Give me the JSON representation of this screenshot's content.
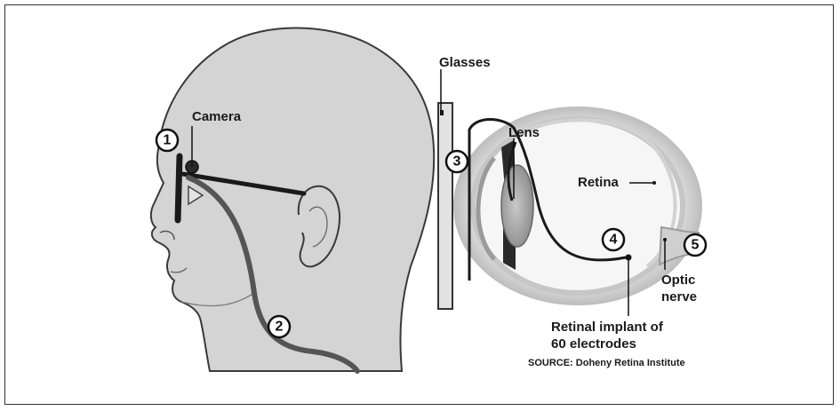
{
  "labels": {
    "camera": "Camera",
    "glasses": "Glasses",
    "lens": "Lens",
    "retina": "Retina",
    "optic_nerve_line1": "Optic",
    "optic_nerve_line2": "nerve",
    "implant_line1": "Retinal implant of",
    "implant_line2": "60 electrodes",
    "source": "SOURCE: Doheny Retina Institute"
  },
  "markers": [
    "1",
    "2",
    "3",
    "4",
    "5"
  ],
  "colors": {
    "skin": "#d4d4d4",
    "outline": "#222222",
    "wire": "#555555",
    "eye_white": "#f4f4f4",
    "eye_shadow": "#b9b9b9"
  }
}
